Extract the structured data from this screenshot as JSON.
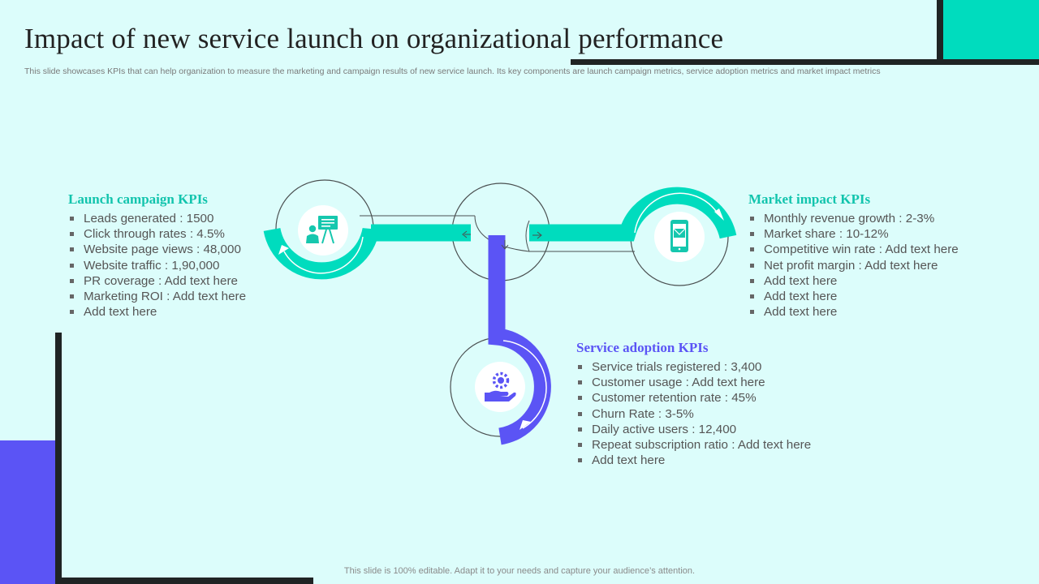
{
  "title": "Impact of new service launch on organizational performance",
  "subtitle": "This slide showcases KPIs that can help organization to measure the marketing and campaign results of new service launch. Its key components are launch campaign metrics, service adoption metrics and market impact metrics",
  "footer": "This slide is 100% editable. Adapt it to your needs and capture your audience’s attention.",
  "colors": {
    "background": "#dcfdfb",
    "teal": "#00dcbe",
    "purple": "#5b54f5",
    "dark": "#1f2424"
  },
  "sections": {
    "launch": {
      "heading": "Launch campaign KPIs",
      "color": "#12c4ad",
      "icon": "presentation-icon",
      "items": [
        "Leads generated : 1500",
        "Click through  rates : 4.5%",
        "Website page views : 48,000",
        "Website traffic : 1,90,000",
        "PR coverage : Add text here",
        "Marketing ROI : Add text here",
        "Add text here"
      ]
    },
    "adoption": {
      "heading": "Service adoption KPIs",
      "color": "#5b54f5",
      "icon": "hand-gear-icon",
      "items": [
        "Service trials registered : 3,400",
        "Customer usage : Add text here",
        "Customer retention rate : 45%",
        "Churn Rate : 3-5%",
        "Daily active users : 12,400",
        "Repeat subscription ratio : Add text here",
        "Add text here"
      ]
    },
    "market": {
      "heading": "Market impact KPIs",
      "color": "#12c4ad",
      "icon": "smartphone-mail-icon",
      "items": [
        "Monthly revenue growth : 2-3%",
        "Market share : 10-12%",
        "Competitive win rate : Add text here",
        "Net profit margin : Add text here",
        "Add text here",
        "Add text here",
        "Add text here"
      ]
    }
  }
}
